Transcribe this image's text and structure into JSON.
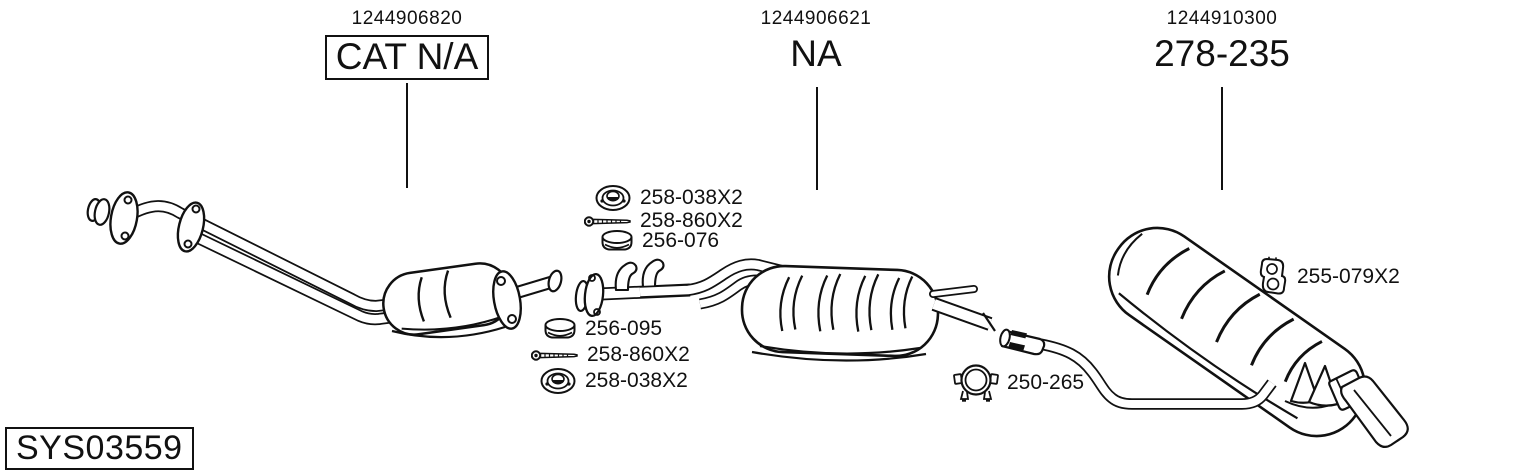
{
  "system_code": "SYS03559",
  "assemblies": [
    {
      "number": "1244906820",
      "label": "CAT N/A",
      "boxed": true
    },
    {
      "number": "1244906621",
      "label": "NA",
      "boxed": false
    },
    {
      "number": "1244910300",
      "label": "278-235",
      "boxed": false
    }
  ],
  "callouts": [
    {
      "icon": "nut-icon",
      "label": "258-038X2"
    },
    {
      "icon": "bolt-icon",
      "label": "258-860X2"
    },
    {
      "icon": "gasket-icon",
      "label": "256-076"
    },
    {
      "icon": "gasket-icon",
      "label": "256-095"
    },
    {
      "icon": "bolt-icon",
      "label": "258-860X2"
    },
    {
      "icon": "nut-icon",
      "label": "258-038X2"
    },
    {
      "icon": "clamp-icon",
      "label": "250-265"
    },
    {
      "icon": "hanger-icon",
      "label": "255-079X2"
    }
  ],
  "colors": {
    "line": "#111111",
    "background": "#ffffff"
  }
}
